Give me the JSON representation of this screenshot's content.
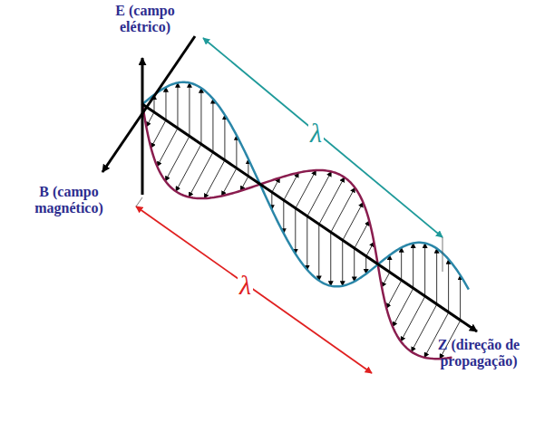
{
  "diagram": {
    "labels": [
      "E (campo elétrico)",
      "B (campo magnético)",
      "Z (direção de propagação)",
      "λ",
      "λ"
    ]
  }
}
